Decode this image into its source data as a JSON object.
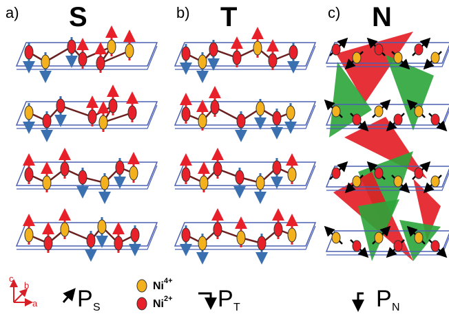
{
  "panels": [
    {
      "tag": "a)",
      "title": "S"
    },
    {
      "tag": "b)",
      "title": "T"
    },
    {
      "tag": "c)",
      "title": "N"
    }
  ],
  "legend": {
    "ni4_base": "Ni",
    "ni4_charge": "4+",
    "ni4_color": "#f3b11d",
    "ni2_base": "Ni",
    "ni2_charge": "2+",
    "ni2_color": "#e8202a"
  },
  "polarization": [
    {
      "symbol": "P",
      "sub": "S"
    },
    {
      "symbol": "P",
      "sub": "T"
    },
    {
      "symbol": "P",
      "sub": "N"
    }
  ],
  "axes": {
    "c": "c",
    "b": "b",
    "a": "a",
    "color": "#d61f26"
  },
  "colors": {
    "frame": "#4a5fb0",
    "bond": "#6b1f1f",
    "spin_up": "#e8202a",
    "spin_down": "#3a6fb0",
    "plane_red": "#e31b23",
    "plane_green": "#2ca53a"
  }
}
